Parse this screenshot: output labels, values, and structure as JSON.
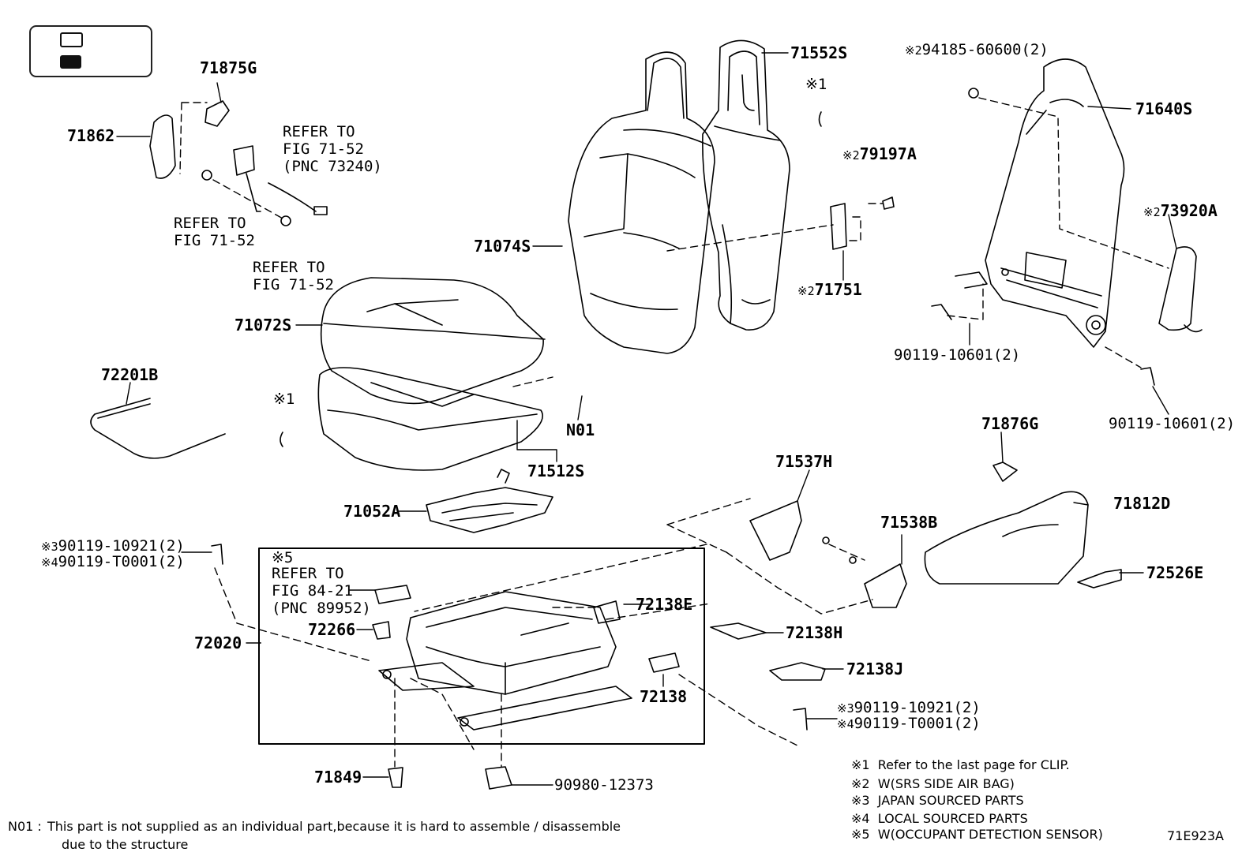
{
  "legend": {
    "open_icon": "open-square-icon",
    "filled_icon": "filled-square-icon"
  },
  "parts": {
    "p71875G": "71875G",
    "p71862": "71862",
    "p71552S": "71552S",
    "p71640S": "71640S",
    "p94185": "94185-60600(2)",
    "p79197A": "79197A",
    "p73920A": "73920A",
    "p71751": "71751",
    "p71074S": "71074S",
    "p71072S": "71072S",
    "p72201B": "72201B",
    "pN01": "N01",
    "p71512S": "71512S",
    "p71052A": "71052A",
    "p90119_10601_a": "90119-10601(2)",
    "p90119_10601_b": "90119-10601(2)",
    "p71876G": "71876G",
    "p71537H": "71537H",
    "p71812D": "71812D",
    "p71538B": "71538B",
    "p72526E": "72526E",
    "p10921_a": "90119-10921(2)",
    "pT0001_a": "90119-T0001(2)",
    "p72020": "72020",
    "p72138E": "72138E",
    "p72266": "72266",
    "p72138H": "72138H",
    "p72138J": "72138J",
    "p72138": "72138",
    "p10921_b": "90119-10921(2)",
    "pT0001_b": "90119-T0001(2)",
    "p71849": "71849",
    "p90980": "90980-12373"
  },
  "marks": {
    "m1": "※1",
    "m2": "※2",
    "m3": "※3",
    "m4": "※4",
    "m5": "※5"
  },
  "refs": {
    "seatbelt_refer": "REFER TO",
    "seatbelt_fig": "FIG 71-52",
    "seatbelt_pnc": "(PNC 73240)",
    "left_refer": "REFER TO",
    "left_fig": "FIG 71-52",
    "mid_refer": "REFER TO",
    "mid_fig": "FIG 71-52",
    "ods_refer": "REFER TO",
    "ods_fig": "FIG 84-21",
    "ods_pnc": "(PNC 89952)"
  },
  "notes": {
    "n1": "Refer to the last page for CLIP.",
    "n2": "W(SRS SIDE AIR BAG)",
    "n3": "JAPAN SOURCED PARTS",
    "n4": "LOCAL SOURCED PARTS",
    "n5": "W(OCCUPANT DETECTION SENSOR)",
    "footnote_label": "N01 :",
    "footnote_line1": "This part is not supplied as an individual part,because it is hard to assemble / disassemble",
    "footnote_line2": "due to the structure"
  },
  "figure_id": "71E923A"
}
